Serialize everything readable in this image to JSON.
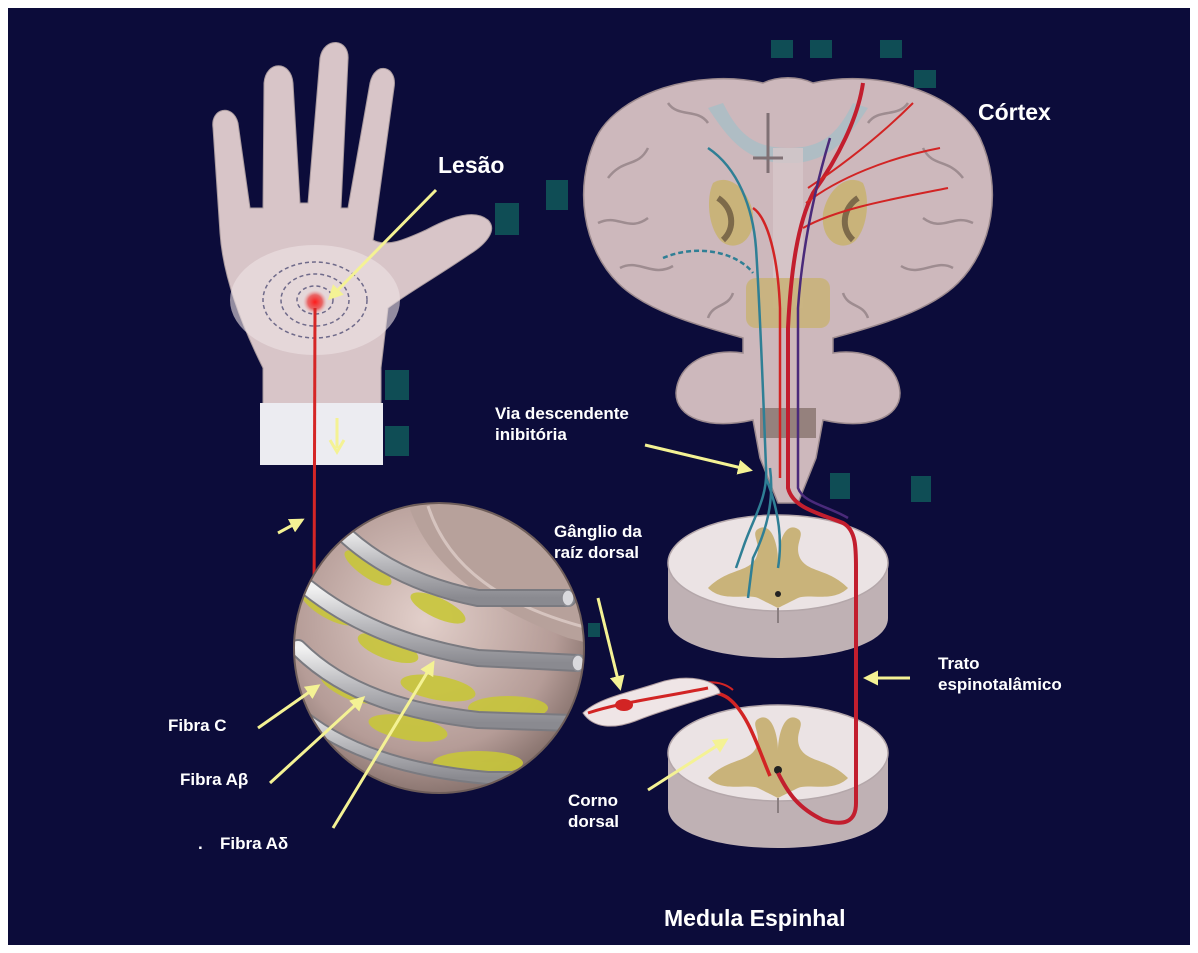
{
  "background_color": "#0c0c3a",
  "accent_colors": {
    "nerve_fiber": "#e02a2a",
    "pointer_arrow": "#f4f294",
    "inhibitory_pathway": "#2f7f95",
    "tissue": "#cdb8bc",
    "gray_matter": "#c9b37a"
  },
  "labels": {
    "lesao": "Lesão",
    "cortex": "Córtex",
    "via_descendente": "Via descendente\ninibitória",
    "ganglio": "Gânglio da\nraíz dorsal",
    "trato": "Trato\nespinotalâmico",
    "fibra_c": "Fibra C",
    "fibra_ab": "Fibra Aβ",
    "fibra_ad": "Fibra Aδ",
    "corno_dorsal": "Corno\ndorsal",
    "medula_espinhal": "Medula Espinhal",
    "stray_mark": "."
  }
}
